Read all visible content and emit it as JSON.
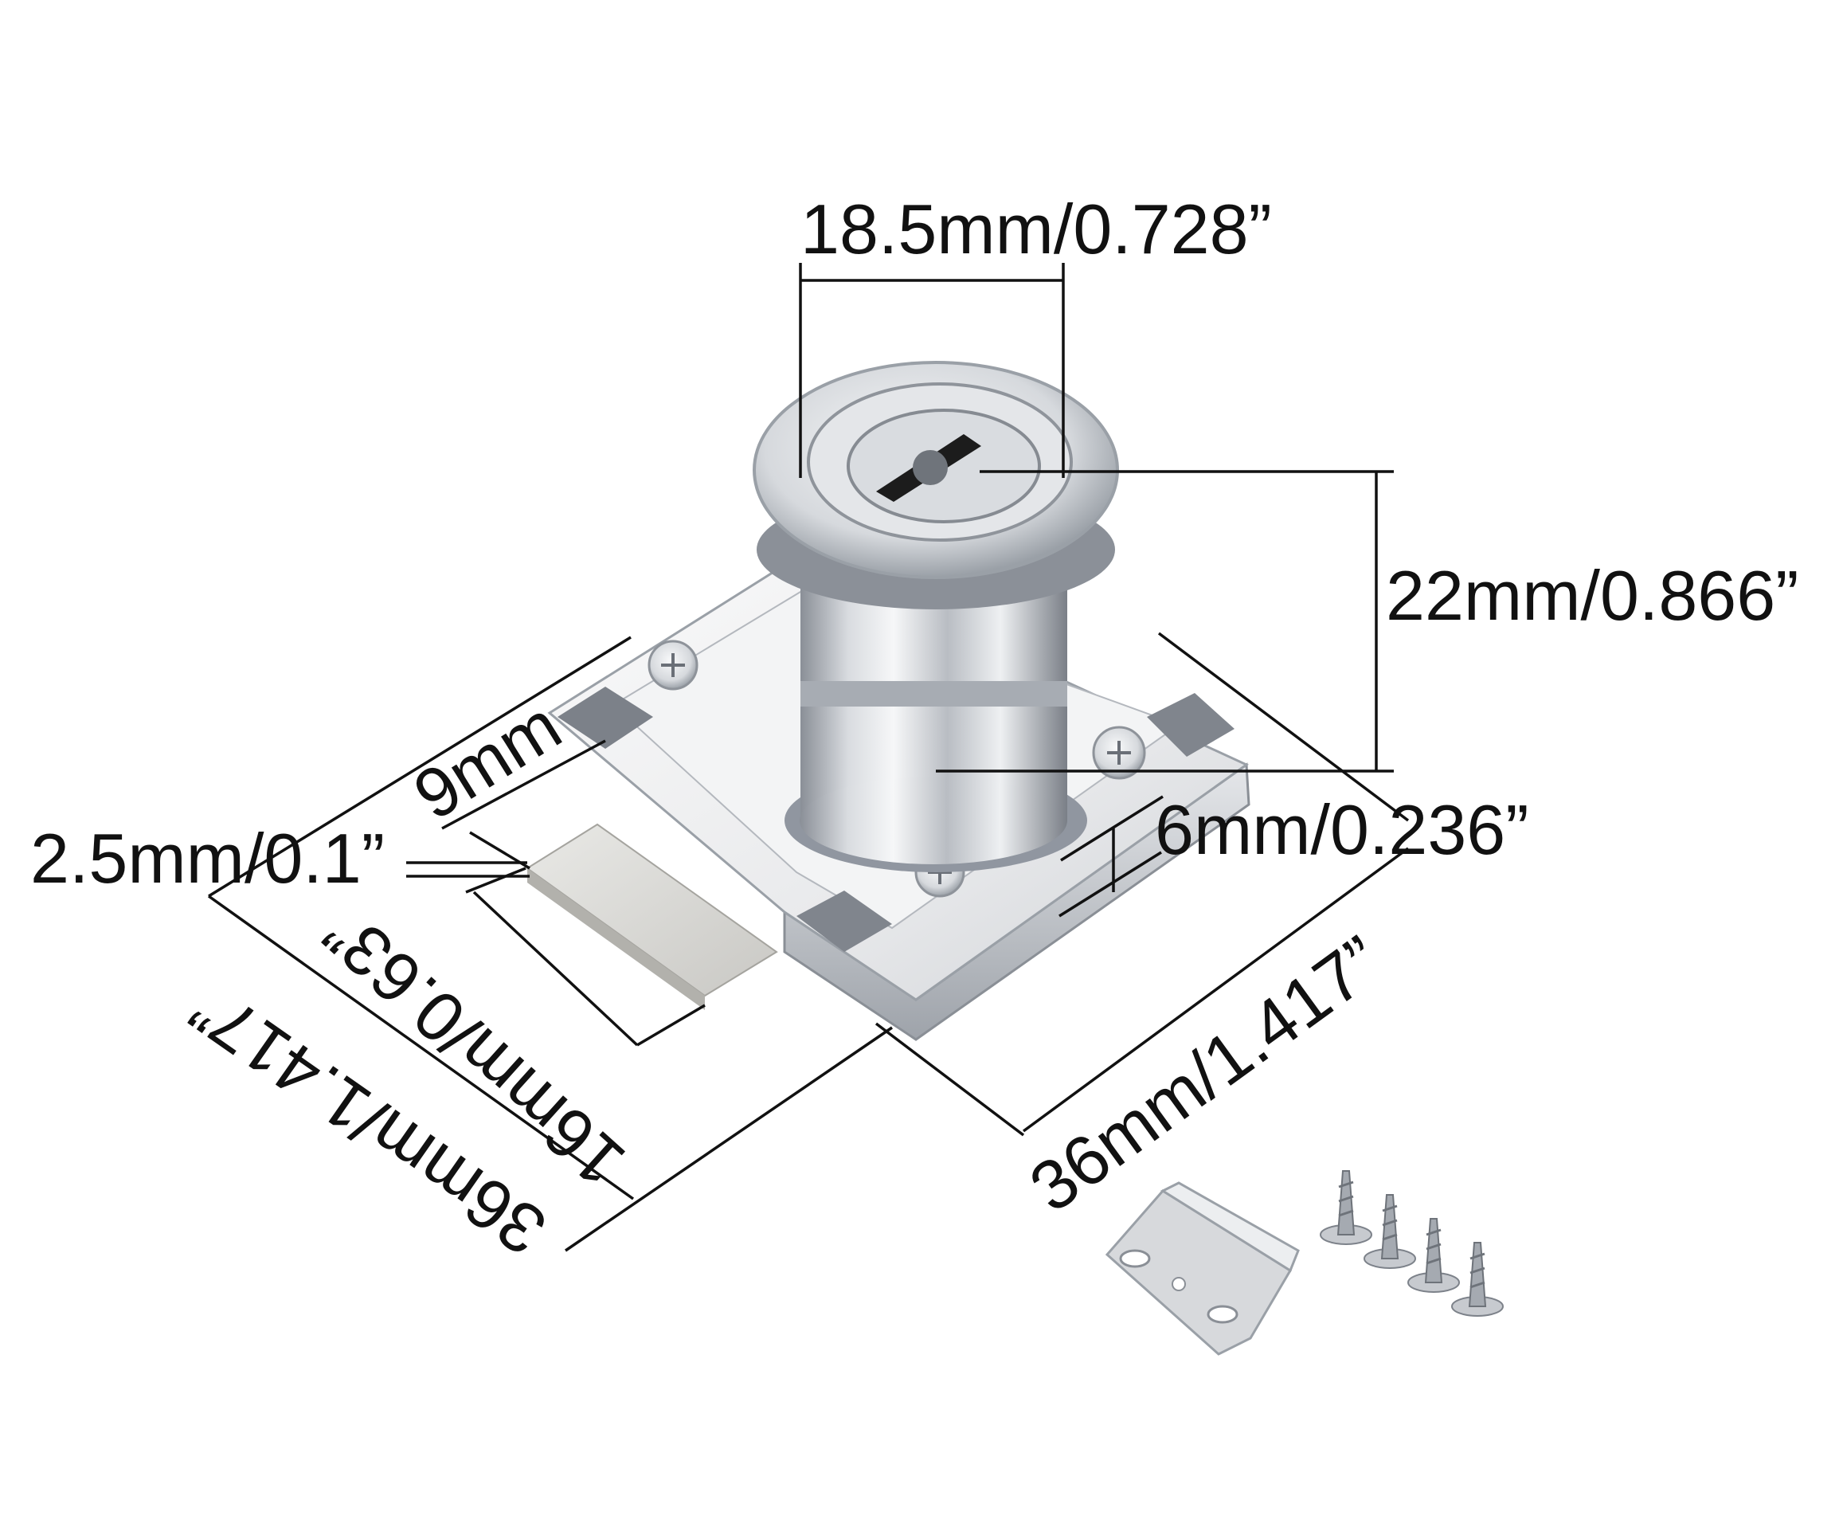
{
  "diagram": {
    "subject": "drawer-cam-lock",
    "colors": {
      "background": "#ffffff",
      "dimension_ink": "#111111",
      "chrome_light": "#f2f3f5",
      "chrome_mid": "#c9ccd1",
      "chrome_dark": "#7d828a"
    },
    "dimensions": {
      "cylinder_diameter": "18.5mm/0.728”",
      "cylinder_height": "22mm/0.866”",
      "body_thickness": "6mm/0.236”",
      "body_depth_right": "36mm/1.417”",
      "body_width_left": "36mm/1.417”",
      "bolt_offset": "9mm",
      "bolt_thickness": "2.5mm/0.1”",
      "bolt_length": "16mm/0.63”"
    },
    "accessories": {
      "strike_plate_count": 1,
      "screw_count": 4
    }
  }
}
